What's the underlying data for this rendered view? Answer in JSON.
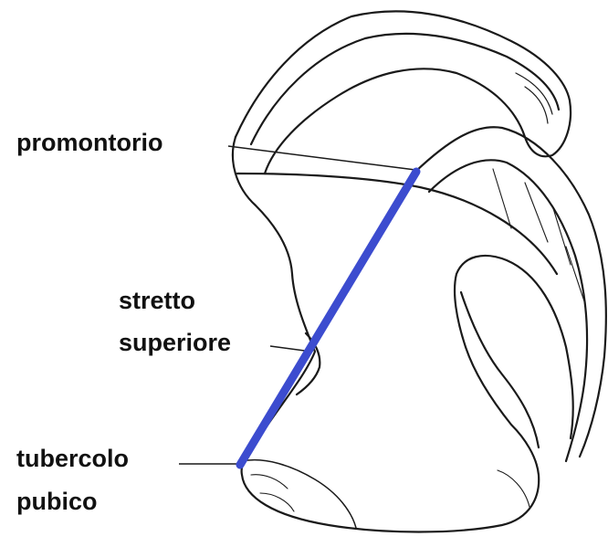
{
  "labels": {
    "promontorio": "promontorio",
    "stretto_line1": "stretto",
    "stretto_line2": "superiore",
    "tubercolo_line1": "tubercolo",
    "tubercolo_line2": "pubico"
  },
  "colors": {
    "inlet_line": "#3c4ccf",
    "outline": "#1a1a1a",
    "label_text": "#111111"
  }
}
